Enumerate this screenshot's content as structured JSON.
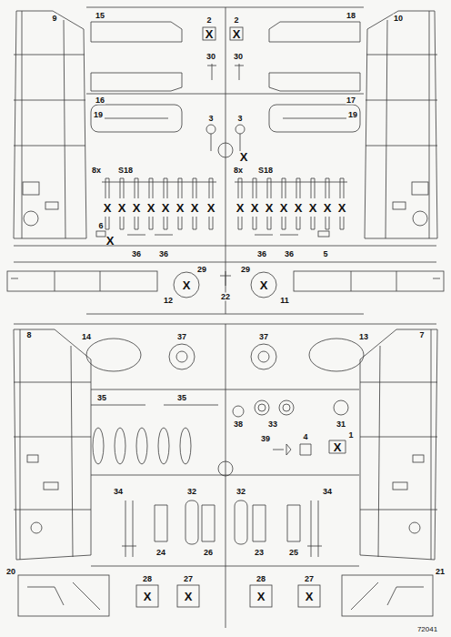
{
  "diagram": {
    "labels": [
      "9",
      "15",
      "2",
      "X",
      "2",
      "X",
      "18",
      "10",
      "30",
      "30",
      "16",
      "17",
      "19",
      "3",
      "3",
      "X",
      "19",
      "8x",
      "S18",
      "8x",
      "S18",
      "X",
      "X",
      "X",
      "X",
      "X",
      "X",
      "X",
      "X",
      "X",
      "X",
      "X",
      "X",
      "X",
      "X",
      "X",
      "X",
      "6",
      "X",
      "36",
      "36",
      "36",
      "36",
      "5",
      "29",
      "29",
      "X",
      "X",
      "12",
      "22",
      "11",
      "8",
      "14",
      "37",
      "37",
      "13",
      "7",
      "35",
      "35",
      "38",
      "33",
      "31",
      "39",
      "4",
      "1",
      "X",
      "34",
      "32",
      "32",
      "34",
      "24",
      "26",
      "23",
      "25",
      "20",
      "28",
      "X",
      "27",
      "X",
      "28",
      "X",
      "27",
      "X",
      "21",
      "72041"
    ]
  }
}
